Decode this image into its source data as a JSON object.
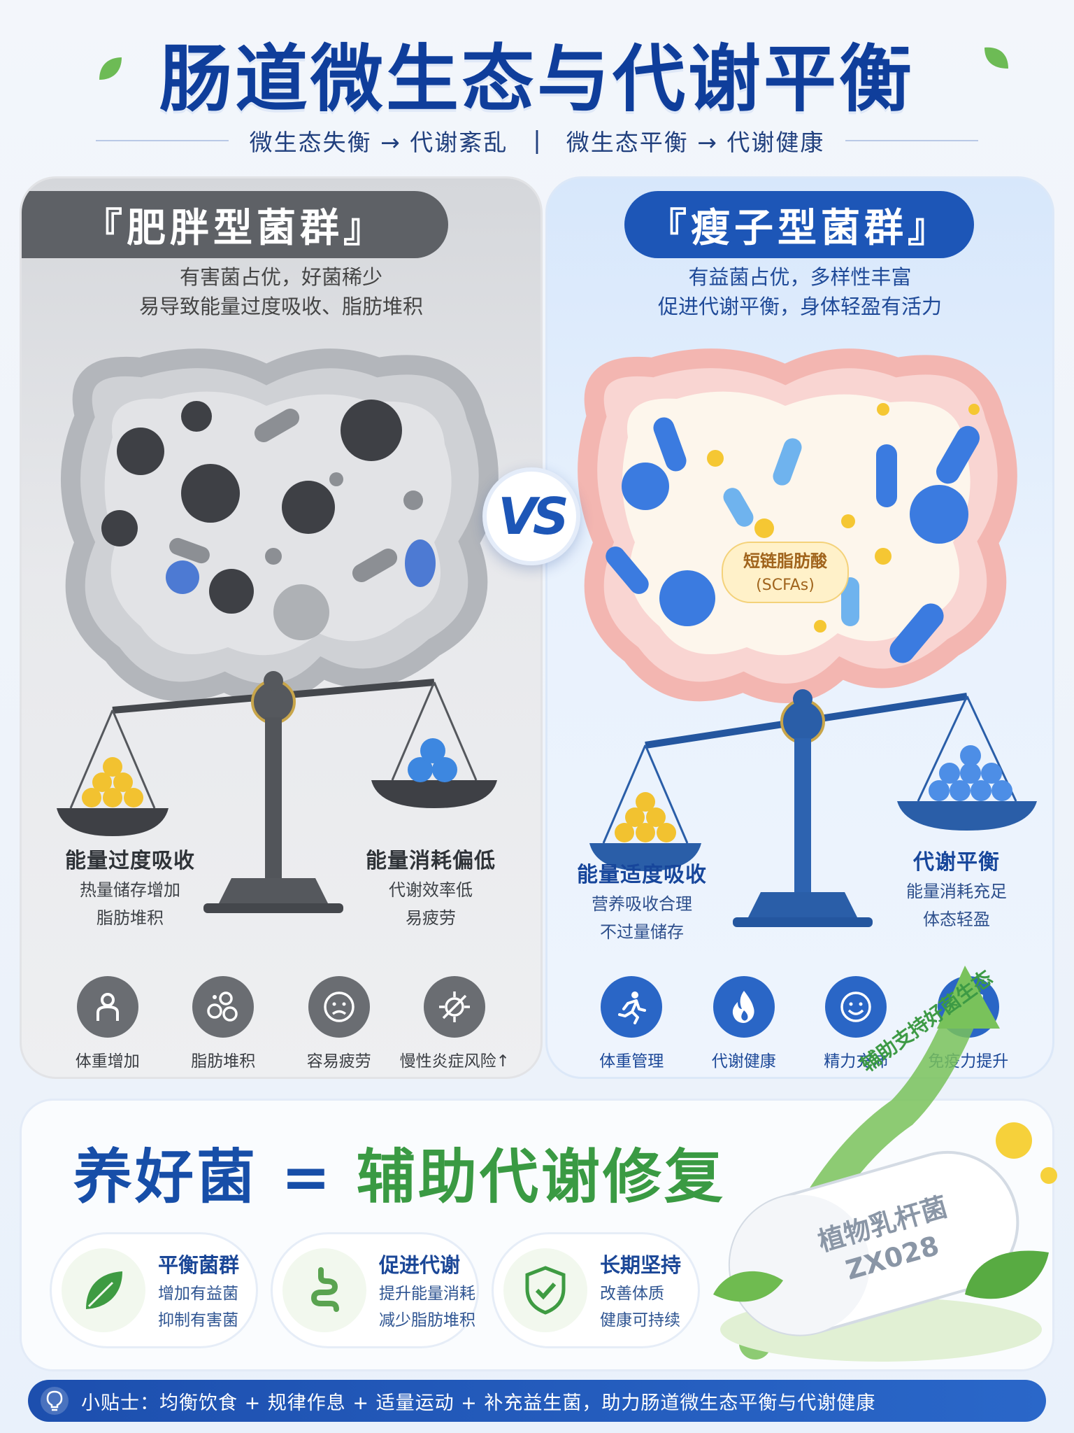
{
  "title": "肠道微生态与代谢平衡",
  "subtitle": {
    "left": "微生态失衡 → 代谢紊乱",
    "separator": "|",
    "right": "微生态平衡 → 代谢健康"
  },
  "left_panel": {
    "badge": "『肥胖型菌群』",
    "desc_line1": "有害菌占优，好菌稀少",
    "desc_line2": "易导致能量过度吸收、脂肪堆积",
    "stat_left": {
      "title": "能量过度吸收",
      "line1": "热量储存增加",
      "line2": "脂肪堆积"
    },
    "stat_right": {
      "title": "能量消耗偏低",
      "line1": "代谢效率低",
      "line2": "易疲劳"
    },
    "icons": [
      {
        "label": "体重增加",
        "icon": "person-icon"
      },
      {
        "label": "脂肪堆积",
        "icon": "fat-cells-icon"
      },
      {
        "label": "容易疲劳",
        "icon": "sad-face-icon"
      },
      {
        "label": "慢性炎症风险↑",
        "icon": "inflammation-icon"
      }
    ],
    "colors": {
      "accent": "#5e6166"
    }
  },
  "vs": "VS",
  "right_panel": {
    "badge": "『瘦子型菌群』",
    "desc_line1": "有益菌占优，多样性丰富",
    "desc_line2": "促进代谢平衡，身体轻盈有活力",
    "scfa_line1": "短链脂肪酸",
    "scfa_line2": "(SCFAs)",
    "stat_left": {
      "title": "能量适度吸收",
      "line1": "营养吸收合理",
      "line2": "不过量储存"
    },
    "stat_right": {
      "title": "代谢平衡",
      "line1": "能量消耗充足",
      "line2": "体态轻盈"
    },
    "icons": [
      {
        "label": "体重管理",
        "icon": "running-icon"
      },
      {
        "label": "代谢健康",
        "icon": "flame-icon"
      },
      {
        "label": "精力充沛",
        "icon": "smile-face-icon"
      },
      {
        "label": "免疫力提升",
        "icon": "shield-check-icon"
      }
    ],
    "colors": {
      "accent": "#1d56b7"
    }
  },
  "bottom": {
    "slogan_blue": "养好菌 = ",
    "slogan_green": "辅助代谢修复",
    "features": [
      {
        "title": "平衡菌群",
        "line1": "增加有益菌",
        "line2": "抑制有害菌",
        "icon": "leaf-icon"
      },
      {
        "title": "促进代谢",
        "line1": "提升能量消耗",
        "line2": "减少脂肪堆积",
        "icon": "intestine-icon"
      },
      {
        "title": "长期坚持",
        "line1": "改善体质",
        "line2": "健康可持续",
        "icon": "shield-check-icon"
      }
    ],
    "arrow_text": "辅助支持好菌生态",
    "capsule_line1": "植物乳杆菌",
    "capsule_line2": "ZX028"
  },
  "tip": "小贴士：均衡饮食 + 规律作息 + 适量运动 + 补充益生菌，助力肠道微生态平衡与代谢健康"
}
